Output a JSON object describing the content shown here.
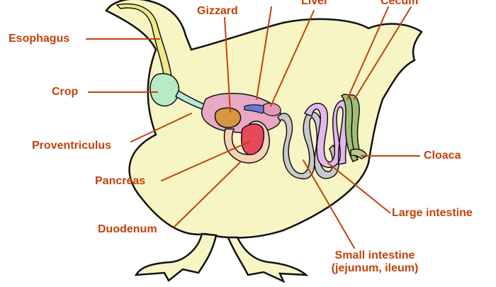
{
  "colors": {
    "label": "#c2410c",
    "outline": "#111111",
    "body_fill": "#f7f5c4",
    "esophagus": "#f0e889",
    "crop": "#b7ebc3",
    "proventriculus": "#b6e6d8",
    "gizzard": "#e7a9c3",
    "gizzard_core": "#d7963f",
    "liver": "#e39ab6",
    "pancreas": "#e8485b",
    "duodenum": "#f6d2b9",
    "small_intestine": "#c9c9cd",
    "large_intestine": "#e2b9ee",
    "cecum": "#9fbf77",
    "cloaca": "#b7c98a"
  },
  "labels": {
    "esophagus": "Esophagus",
    "crop": "Crop",
    "proventriculus": "Proventriculus",
    "pancreas": "Pancreas",
    "duodenum": "Duodenum",
    "gizzard": "Gizzard",
    "liver": "Liver",
    "cecum": "Cecum",
    "cloaca": "Cloaca",
    "large_intestine": "Large intestine",
    "small_intestine_line1": "Small intestine",
    "small_intestine_line2": "(jejunum, ileum)"
  }
}
